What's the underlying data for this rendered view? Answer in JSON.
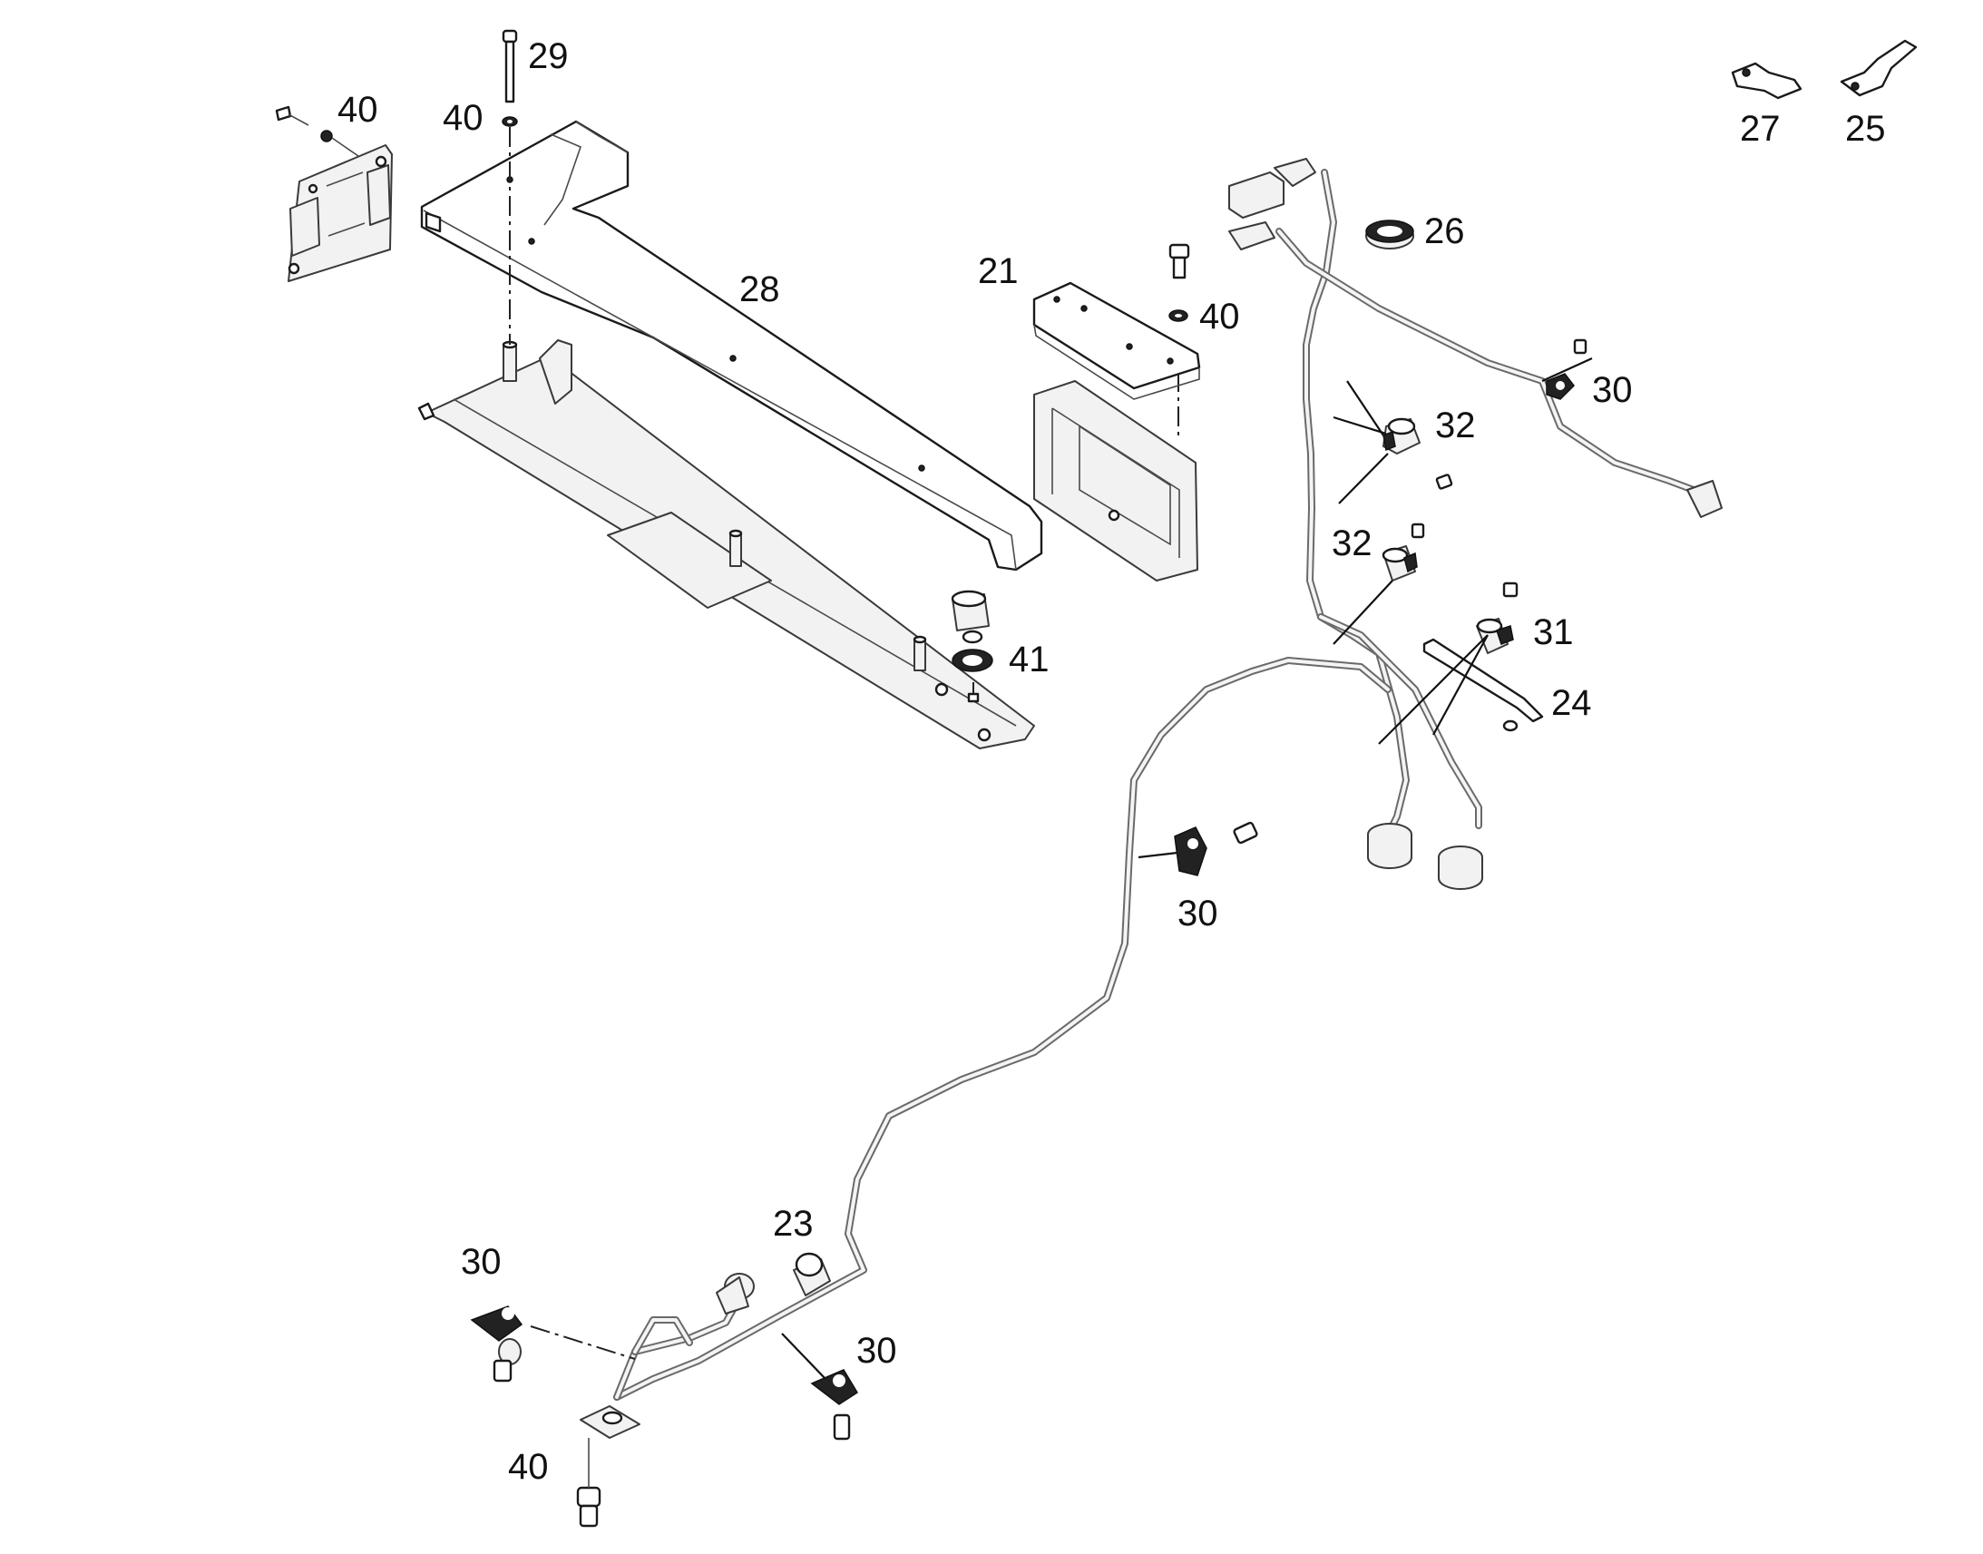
{
  "callouts": {
    "c29": "29",
    "c40a": "40",
    "c40b": "40",
    "c40c": "40",
    "c40d": "40",
    "c28": "28",
    "c21": "21",
    "c41": "41",
    "c27": "27",
    "c25": "25",
    "c26": "26",
    "c30a": "30",
    "c30b": "30",
    "c30c": "30",
    "c30d": "30",
    "c32a": "32",
    "c32b": "32",
    "c31": "31",
    "c24": "24",
    "c23": "23"
  }
}
